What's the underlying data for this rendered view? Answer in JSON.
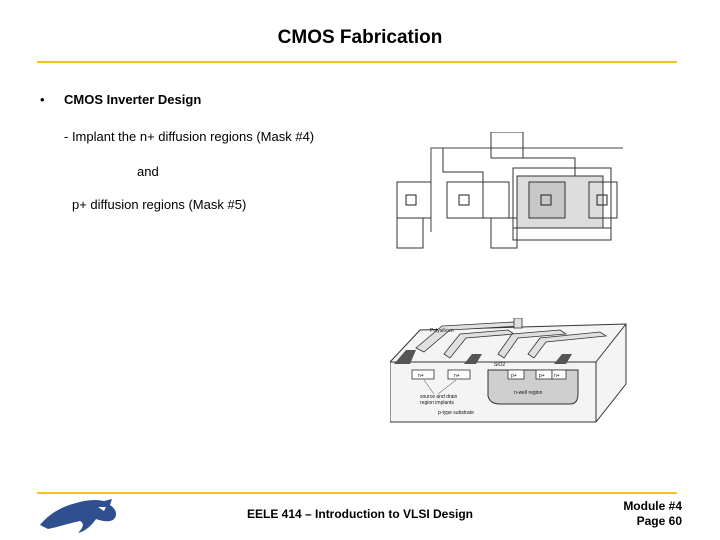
{
  "slide": {
    "title": "CMOS Fabrication",
    "bullet_symbol": "•",
    "heading": "CMOS Inverter Design",
    "lines": [
      "- Implant the n+ diffusion regions (Mask #4)",
      "and",
      "p+ diffusion regions (Mask #5)"
    ]
  },
  "cross_section": {
    "labels": {
      "polysilicon": "Polysilicon",
      "sio2": "SiO2",
      "n_plus_1": "n+",
      "n_plus_2": "n+",
      "p_plus_1": "p+",
      "p_plus_2": "p+",
      "n_plus_3": "n+",
      "n_well": "n-well region",
      "source_drain": "source and drain",
      "region_implants": "region implants",
      "substrate": "p-type substrate"
    }
  },
  "footer": {
    "course": "EELE 414 – Introduction to VLSI Design",
    "module": "Module #4",
    "page": "Page 60"
  },
  "colors": {
    "accent_rule": "#f0c419",
    "logo_blue": "#2f4f8f"
  }
}
